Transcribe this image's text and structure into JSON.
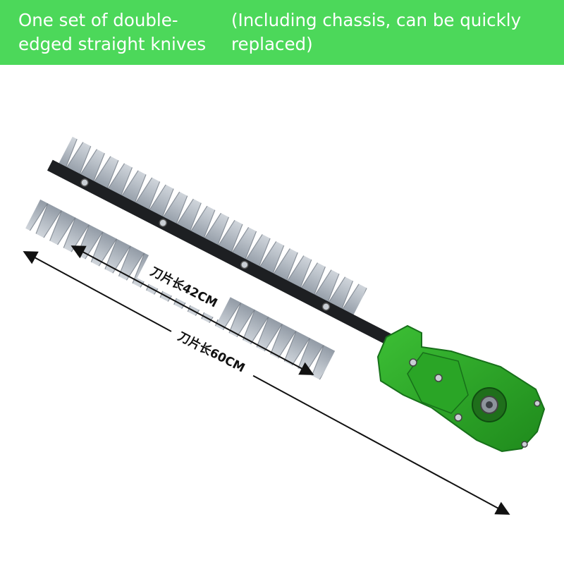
{
  "banner": {
    "left_text": "One set of double-\nedged straight knives",
    "right_text": "(Including chassis, can be quickly\nreplaced)",
    "background_color": "#4cd85a",
    "text_color": "#ffffff"
  },
  "product": {
    "blade_length_label": "刀片长42CM",
    "total_length_label": "刀片长60CM",
    "housing_color": "#2fa52a"
  }
}
